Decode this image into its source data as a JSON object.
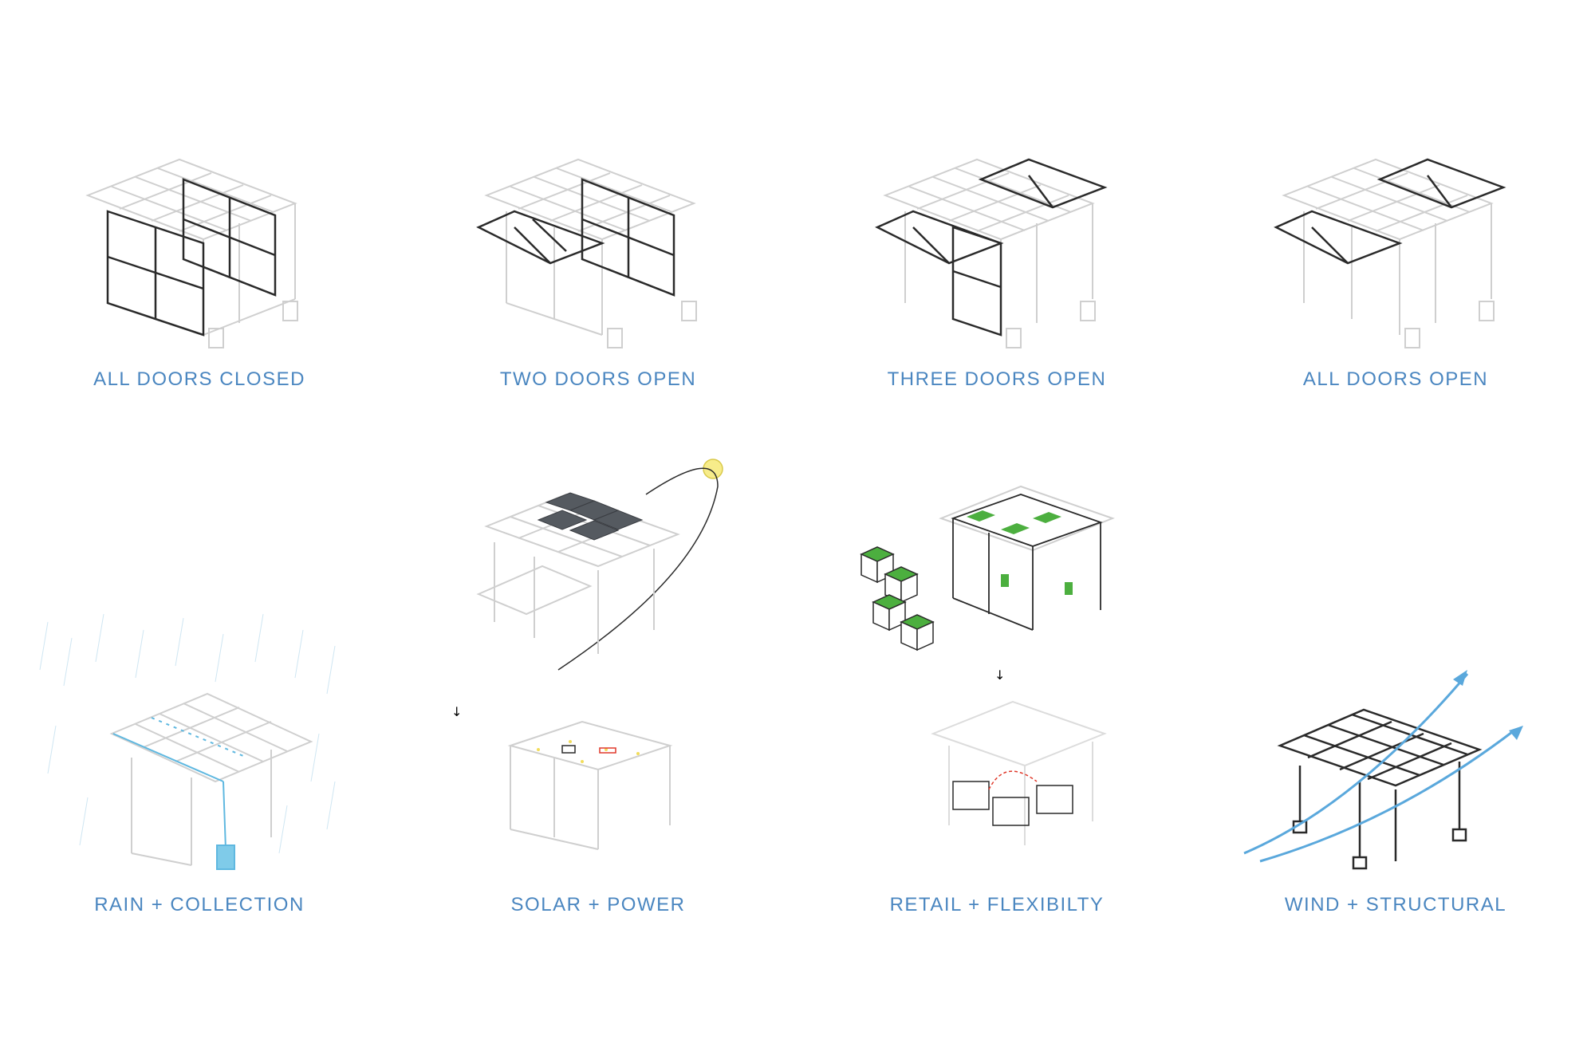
{
  "captions": {
    "all_doors_closed": "ALL DOORS CLOSED",
    "two_doors_open": "TWO DOORS OPEN",
    "three_doors_open": "THREE DOORS OPEN",
    "all_doors_open": "ALL DOORS OPEN",
    "rain_collection": "RAIN + COLLECTION",
    "solar_power": "SOLAR + POWER",
    "retail_flexibility": "RETAIL + FLEXIBILTY",
    "wind_structural": "WIND + STRUCTURAL"
  },
  "colors": {
    "caption": "#4a86c0",
    "ghost_line": "#cfcfcf",
    "dark_line": "#2a2a2a",
    "solar_panel": "#555a60",
    "sun": "#f7ec8a",
    "green_planter": "#4caf3f",
    "rain_blue": "#5fb8e0",
    "wind_arrow": "#5aa8dc",
    "retail_path": "#e0392b"
  },
  "icons": {
    "down_arrow": "down-arrow-icon",
    "sun": "sun-icon"
  }
}
